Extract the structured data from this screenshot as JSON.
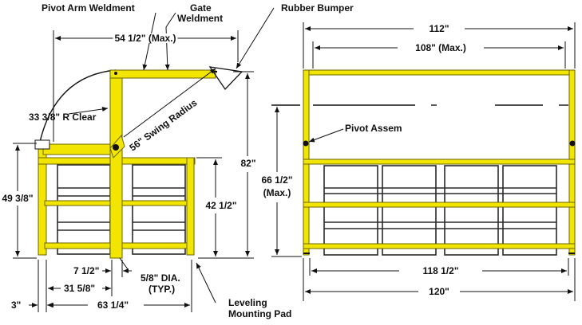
{
  "colors": {
    "frame": "#f2e600",
    "frame_outline": "#6b6400",
    "line": "#111111",
    "drum": "#2a2a2a"
  },
  "labels": {
    "pivot_arm_weldment": "Pivot Arm Weldment",
    "gate_weldment_line1": "Gate",
    "gate_weldment_line2": "Weldment",
    "rubber_bumper": "Rubber Bumper",
    "pivot_assem": "Pivot Assem",
    "leveling_line1": "Leveling",
    "leveling_line2": "Mounting Pad",
    "dia_line1": "5/8\" DIA.",
    "dia_line2": "(TYP.)",
    "r_clear": "33 3/8\" R Clear",
    "swing_radius": "56\" Swing Radius"
  },
  "dimensions": {
    "d54": "54 1/2\" (Max.)",
    "d49": "49 3/8\"",
    "d42": "42 1/2\"",
    "d82": "82\"",
    "d7": "7 1/2\"",
    "d31": "31 5/8\"",
    "d63": "63 1/4\"",
    "d3": "3\"",
    "d112": "112\"",
    "d108": "108\" (Max.)",
    "d66_line1": "66 1/2\"",
    "d66_line2": "(Max.)",
    "d118": "118 1/2\"",
    "d120": "120\""
  }
}
